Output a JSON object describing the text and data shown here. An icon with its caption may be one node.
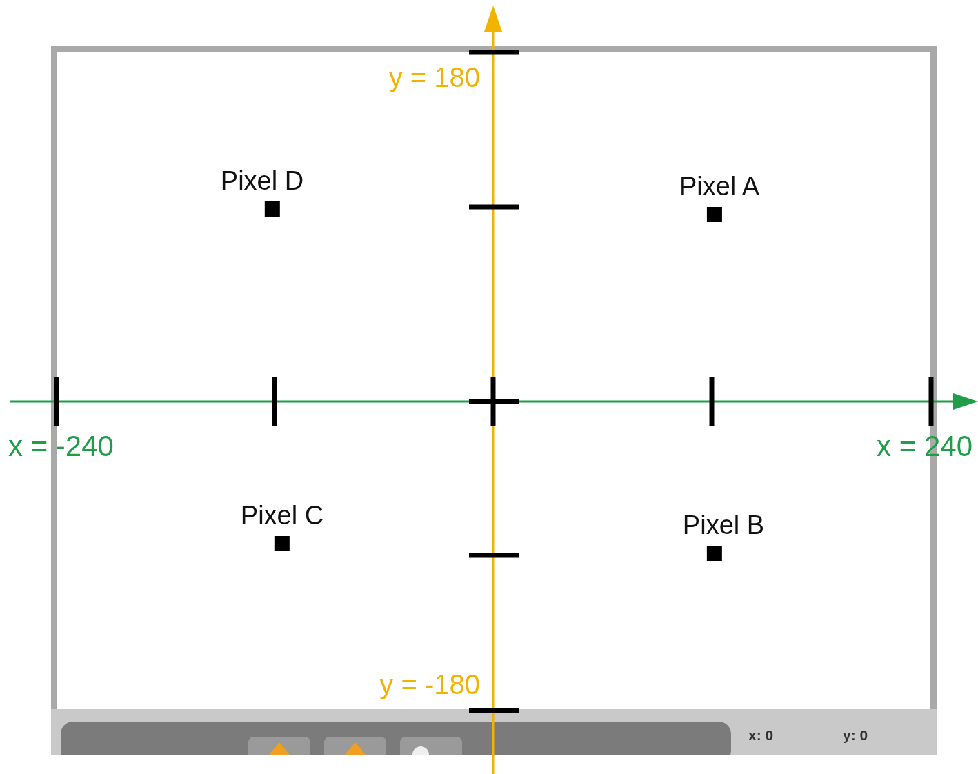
{
  "diagram": {
    "nodes": [
      {
        "text": [
          "Pixel D"
        ]
      },
      {
        "text": [
          "Pixel A"
        ]
      },
      {
        "text": [
          "Pixel C"
        ]
      },
      {
        "text": [
          "Pixel B"
        ]
      }
    ],
    "labels": [
      "y = 180",
      "x = -240",
      "x = 240",
      "y = -180",
      "x: 0",
      "y: 0"
    ]
  }
}
